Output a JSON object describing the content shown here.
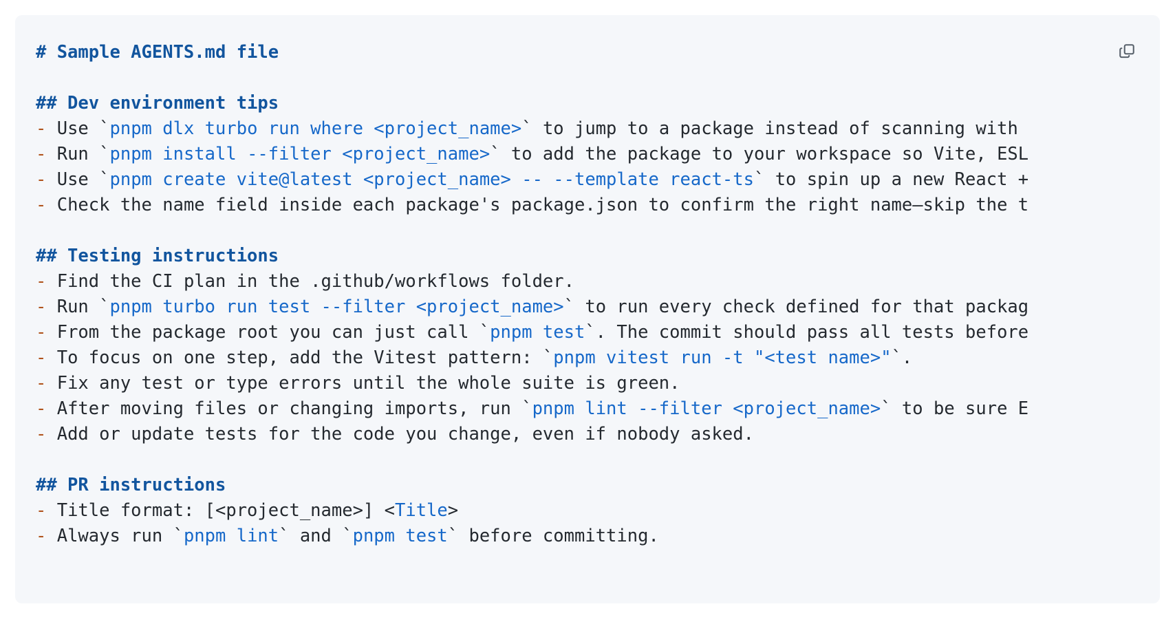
{
  "panel": {
    "background_color": "#f5f7fa",
    "copy_button": {
      "icon": "copy-icon",
      "color": "#57606a"
    }
  },
  "colors": {
    "heading": "#12559e",
    "code": "#1668c9",
    "bullet_dash": "#b0531c",
    "body_text": "#24292f",
    "panel_background": "#f5f7fa",
    "page_background": "#ffffff"
  },
  "document": {
    "title": "# Sample AGENTS.md file",
    "lines": [
      {
        "id": "l1",
        "type": "h1",
        "text": "# Sample AGENTS.md file"
      },
      {
        "id": "l2",
        "type": "blank",
        "text": ""
      },
      {
        "id": "l3",
        "type": "h2",
        "text": "## Dev environment tips"
      },
      {
        "id": "l4",
        "type": "bullet",
        "dash": "-",
        "segments": [
          {
            "kind": "text",
            "text": " Use `"
          },
          {
            "kind": "code",
            "text": "pnpm dlx turbo run where <project_name>"
          },
          {
            "kind": "text",
            "text": "` to jump to a package instead of scanning with"
          }
        ]
      },
      {
        "id": "l5",
        "type": "bullet",
        "dash": "-",
        "segments": [
          {
            "kind": "text",
            "text": " Run `"
          },
          {
            "kind": "code",
            "text": "pnpm install --filter <project_name>"
          },
          {
            "kind": "text",
            "text": "` to add the package to your workspace so Vite, ESL"
          }
        ]
      },
      {
        "id": "l6",
        "type": "bullet",
        "dash": "-",
        "segments": [
          {
            "kind": "text",
            "text": " Use `"
          },
          {
            "kind": "code",
            "text": "pnpm create vite@latest <project_name> -- --template react-ts"
          },
          {
            "kind": "text",
            "text": "` to spin up a new React +"
          }
        ]
      },
      {
        "id": "l7",
        "type": "bullet",
        "dash": "-",
        "segments": [
          {
            "kind": "text",
            "text": " Check the name field inside each package's package.json to confirm the right name—skip the t"
          }
        ]
      },
      {
        "id": "l8",
        "type": "blank",
        "text": ""
      },
      {
        "id": "l9",
        "type": "h2",
        "text": "## Testing instructions"
      },
      {
        "id": "l10",
        "type": "bullet",
        "dash": "-",
        "segments": [
          {
            "kind": "text",
            "text": " Find the CI plan in the .github/workflows folder."
          }
        ]
      },
      {
        "id": "l11",
        "type": "bullet",
        "dash": "-",
        "segments": [
          {
            "kind": "text",
            "text": " Run `"
          },
          {
            "kind": "code",
            "text": "pnpm turbo run test --filter <project_name>"
          },
          {
            "kind": "text",
            "text": "` to run every check defined for that packag"
          }
        ]
      },
      {
        "id": "l12",
        "type": "bullet",
        "dash": "-",
        "segments": [
          {
            "kind": "text",
            "text": " From the package root you can just call `"
          },
          {
            "kind": "code",
            "text": "pnpm test"
          },
          {
            "kind": "text",
            "text": "`. The commit should pass all tests before"
          }
        ]
      },
      {
        "id": "l13",
        "type": "bullet",
        "dash": "-",
        "segments": [
          {
            "kind": "text",
            "text": " To focus on one step, add the Vitest pattern: `"
          },
          {
            "kind": "code",
            "text": "pnpm vitest run -t \"<test name>\""
          },
          {
            "kind": "text",
            "text": "`."
          }
        ]
      },
      {
        "id": "l14",
        "type": "bullet",
        "dash": "-",
        "segments": [
          {
            "kind": "text",
            "text": " Fix any test or type errors until the whole suite is green."
          }
        ]
      },
      {
        "id": "l15",
        "type": "bullet",
        "dash": "-",
        "segments": [
          {
            "kind": "text",
            "text": " After moving files or changing imports, run `"
          },
          {
            "kind": "code",
            "text": "pnpm lint --filter <project_name>"
          },
          {
            "kind": "text",
            "text": "` to be sure E"
          }
        ]
      },
      {
        "id": "l16",
        "type": "bullet",
        "dash": "-",
        "segments": [
          {
            "kind": "text",
            "text": " Add or update tests for the code you change, even if nobody asked."
          }
        ]
      },
      {
        "id": "l17",
        "type": "blank",
        "text": ""
      },
      {
        "id": "l18",
        "type": "h2",
        "text": "## PR instructions"
      },
      {
        "id": "l19",
        "type": "bullet",
        "dash": "-",
        "segments": [
          {
            "kind": "text",
            "text": " Title format: [<project_name>] <"
          },
          {
            "kind": "tag",
            "text": "Title"
          },
          {
            "kind": "text",
            "text": ">"
          }
        ]
      },
      {
        "id": "l20",
        "type": "bullet",
        "dash": "-",
        "segments": [
          {
            "kind": "text",
            "text": " Always run `"
          },
          {
            "kind": "code",
            "text": "pnpm lint"
          },
          {
            "kind": "text",
            "text": "` and `"
          },
          {
            "kind": "code",
            "text": "pnpm test"
          },
          {
            "kind": "text",
            "text": "` before committing."
          }
        ]
      }
    ]
  }
}
